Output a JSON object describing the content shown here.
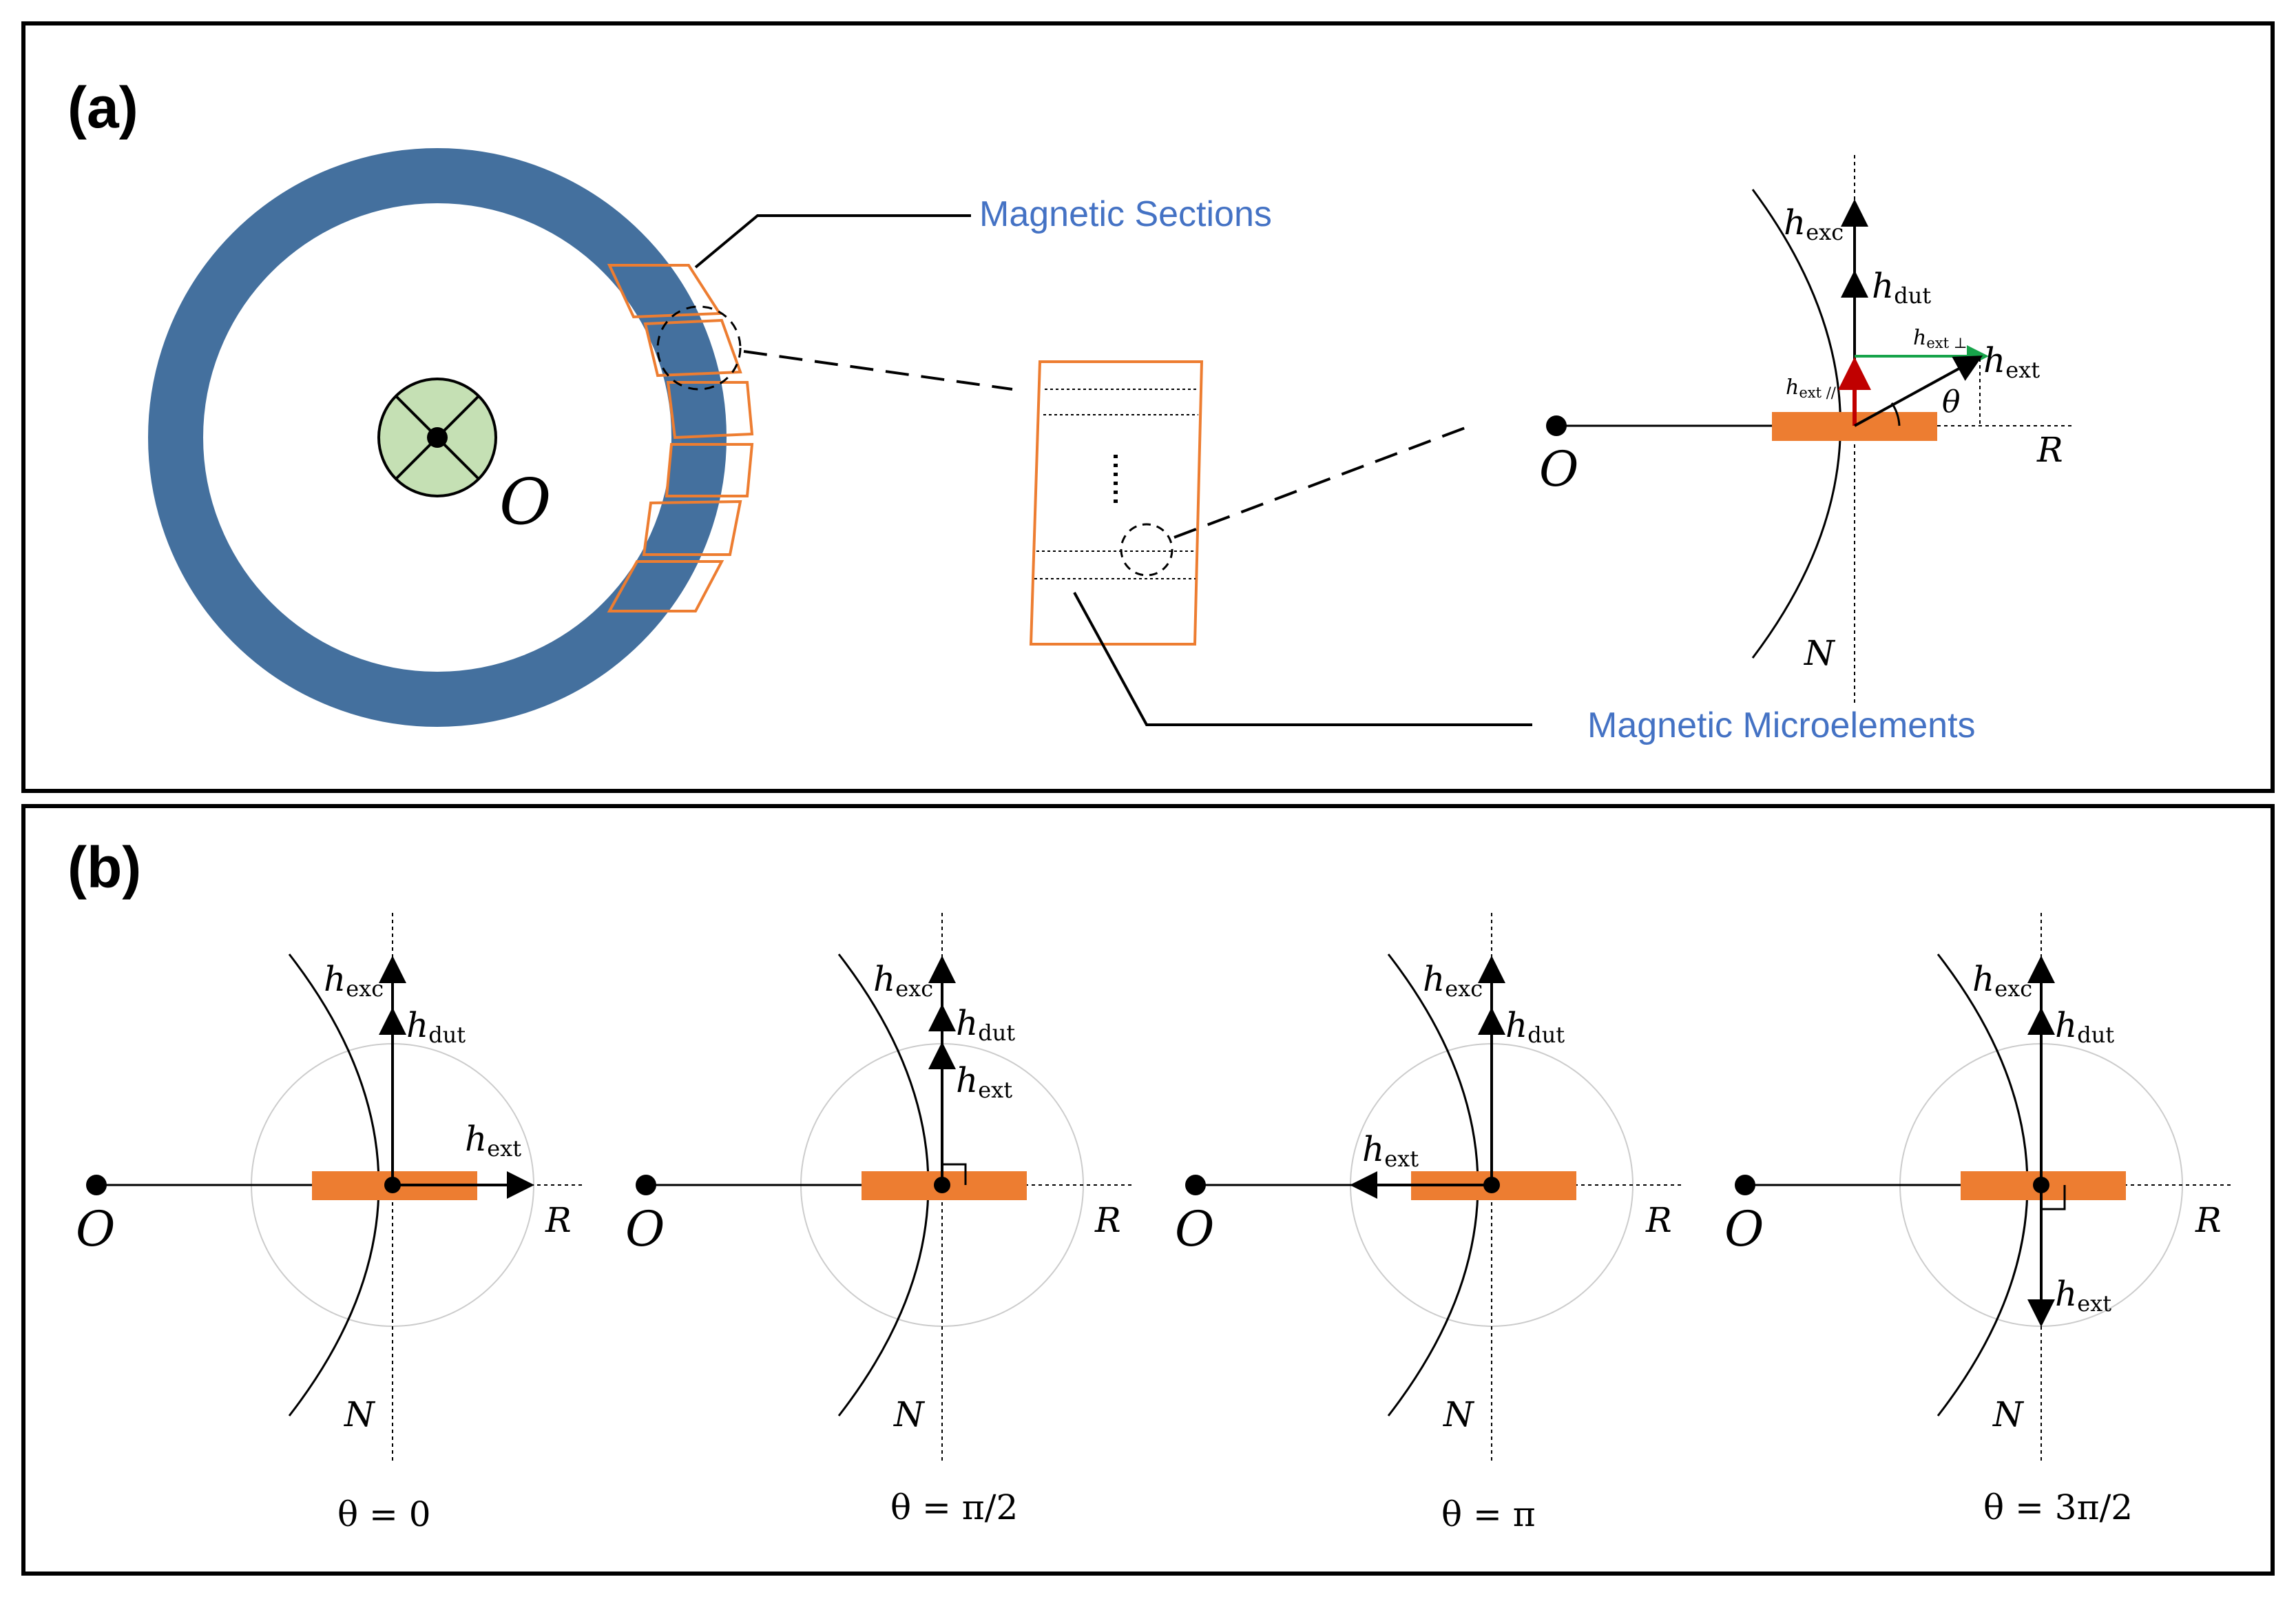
{
  "panel_a": {
    "label": "(a)",
    "callouts": {
      "sections": "Magnetic Sections",
      "microelements": "Magnetic Microelements"
    },
    "center_label": "O",
    "vectors": {
      "exc_base": "h",
      "exc_sub": "exc",
      "dut_base": "h",
      "dut_sub": "dut",
      "ext_base": "h",
      "ext_sub": "ext",
      "perp_base": "h",
      "perp_sub": "ext ⊥",
      "par_base": "h",
      "par_sub": "ext //"
    },
    "axes": {
      "origin": "O",
      "radial": "R",
      "normal": "N",
      "angle": "θ"
    },
    "colors": {
      "perp": "#17A34A",
      "par": "#C00000"
    }
  },
  "panel_b": {
    "label": "(b)",
    "cases": [
      {
        "caption": "θ = 0",
        "exc_base": "h",
        "exc_sub": "exc",
        "dut_base": "h",
        "dut_sub": "dut",
        "ext_base": "h",
        "ext_sub": "ext",
        "origin": "O",
        "radial": "R",
        "normal": "N"
      },
      {
        "caption": "θ = π/2",
        "exc_base": "h",
        "exc_sub": "exc",
        "dut_base": "h",
        "dut_sub": "dut",
        "ext_base": "h",
        "ext_sub": "ext",
        "origin": "O",
        "radial": "R",
        "normal": "N"
      },
      {
        "caption": "θ = π",
        "exc_base": "h",
        "exc_sub": "exc",
        "dut_base": "h",
        "dut_sub": "dut",
        "ext_base": "h",
        "ext_sub": "ext",
        "origin": "O",
        "radial": "R",
        "normal": "N"
      },
      {
        "caption": "θ = 3π/2",
        "exc_base": "h",
        "exc_sub": "exc",
        "dut_base": "h",
        "dut_sub": "dut",
        "ext_base": "h",
        "ext_sub": "ext",
        "origin": "O",
        "radial": "R",
        "normal": "N"
      }
    ]
  },
  "colors": {
    "ring": "#44709E",
    "section_outline": "#ED7D31",
    "element_fill": "#ED7D31",
    "center_fill": "#C5E0B4",
    "callout_text": "#4472C4"
  }
}
